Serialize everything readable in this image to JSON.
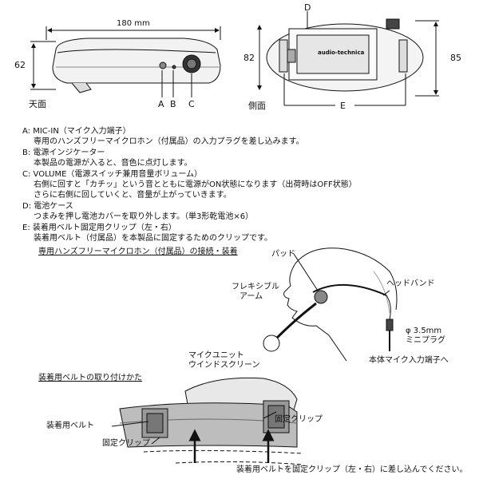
{
  "top_view": {
    "width_dim": "180 mm",
    "height_dim": "62",
    "caption": "天面",
    "labels": {
      "a": "A",
      "b": "B",
      "c": "C"
    }
  },
  "side_view": {
    "height_left": "82",
    "height_right": "85",
    "caption": "側面",
    "labels": {
      "d": "D",
      "e": "E"
    },
    "brand": "audio-technica"
  },
  "descriptions": [
    {
      "text": "A: MIC-IN（マイク入力端子）",
      "indent": false
    },
    {
      "text": "専用のハンズフリーマイクロホン（付属品）の入力プラグを差し込みます。",
      "indent": true
    },
    {
      "text": "B: 電源インジケーター",
      "indent": false
    },
    {
      "text": "本製品の電源が入ると、音色に点灯します。",
      "indent": true
    },
    {
      "text": "C: VOLUME（電源スイッチ兼用音量ボリューム）",
      "indent": false
    },
    {
      "text": "右側に回すと「カチッ」という音とともに電源がON状態になります（出荷時はOFF状態）",
      "indent": true
    },
    {
      "text": "さらに右側に回していくと、音量が上がっていきます。",
      "indent": true
    },
    {
      "text": "D: 電池ケース",
      "indent": false
    },
    {
      "text": "つまみを押し電池カバーを取り外します。（単3形乾電池×6）",
      "indent": true
    },
    {
      "text": "E: 装着用ベルト固定用クリップ（左・右）",
      "indent": false
    },
    {
      "text": "装着用ベルト（付属品）を本製品に固定するためのクリップです。",
      "indent": true
    }
  ],
  "mic_section": {
    "title": "専用ハンズフリーマイクロホン（付属品）の接続・装着",
    "pad": "パッド",
    "headband": "ヘッドバンド",
    "flex_arm_1": "フレキシブル",
    "flex_arm_2": "アーム",
    "mic_unit_1": "マイクユニット",
    "mic_unit_2": "ウインドスクリーン",
    "plug_1": "φ 3.5mm",
    "plug_2": "ミニプラグ",
    "to_jack": "本体マイク入力端子へ"
  },
  "belt_section": {
    "title": "装着用ベルトの取り付けかた",
    "belt": "装着用ベルト",
    "clip_left": "固定クリップ",
    "clip_right": "固定クリップ",
    "instruction": "装着用ベルトを固定クリップ（左・右）に差し込んでください。"
  }
}
